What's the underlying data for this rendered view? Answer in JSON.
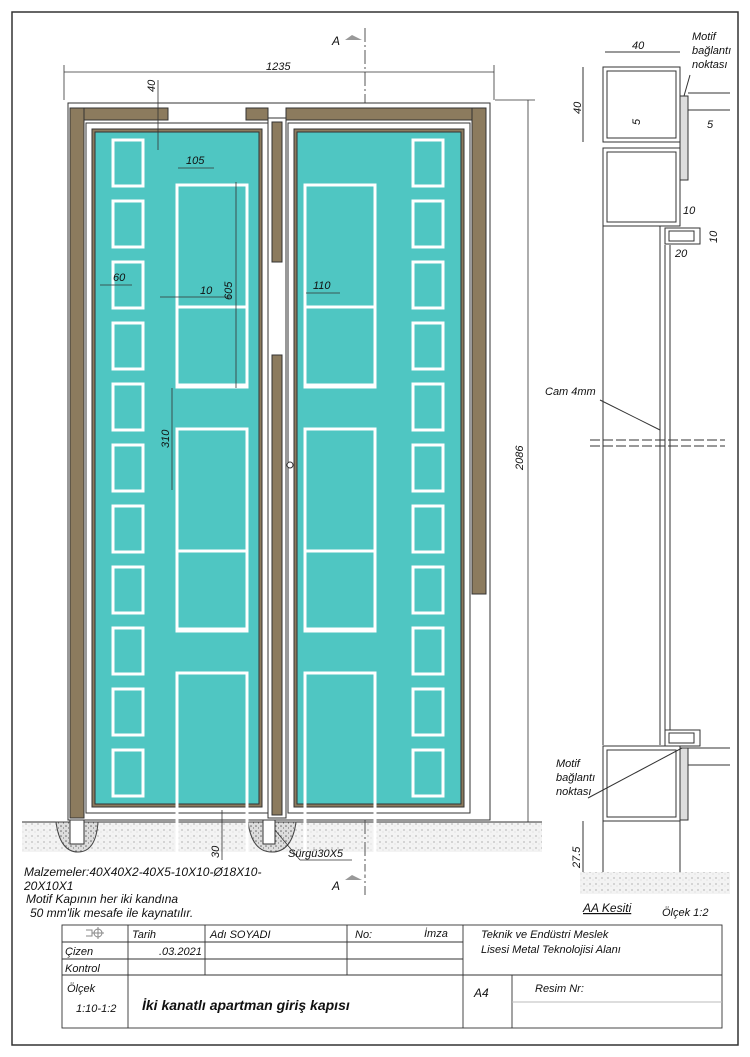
{
  "drawing": {
    "section_marker": "A",
    "dimensions": {
      "overall_width": "1235",
      "overall_height": "2086",
      "frame_40": "40",
      "motif_105": "105",
      "motif_605": "605",
      "motif_60": "60",
      "motif_10": "10",
      "motif_110": "110",
      "motif_310": "310",
      "bolt_30": "30"
    },
    "bolt_label": "Sürgü30X5",
    "materials_line1": "Malzemeler:40X40X2-40X5-10X10-Ø18X10-",
    "materials_line2": "20X10X1",
    "note_line1": "Motif Kapının her iki kandına",
    "note_line2": "50 mm'lik mesafe ile kaynatılır."
  },
  "section": {
    "dim_40_top": "40",
    "dim_40_side": "40",
    "dim_5_a": "5",
    "dim_5_b": "5",
    "dim_10_a": "10",
    "dim_10_b": "10",
    "dim_20": "20",
    "dim_27_5": "27.5",
    "motif_top": [
      "Motif",
      "bağlantı",
      "noktası"
    ],
    "motif_bottom": [
      "Motif",
      "bağlantı",
      "noktası"
    ],
    "glass_label": "Cam 4mm",
    "title": "AA Kesiti",
    "scale": "Ölçek 1:2"
  },
  "title_block": {
    "date_header": "Tarih",
    "name_header": "Adı SOYADI",
    "no_header": "No:",
    "sign_header": "İmza",
    "drawn_label": "Çizen",
    "drawn_date": ".03.2021",
    "check_label": "Kontrol",
    "school_line1": "Teknik ve Endüstri Meslek",
    "school_line2": "Lisesi Metal Teknolojisi Alanı",
    "scale_label": "Ölçek",
    "scale_value": "1:10-1:2",
    "drawing_title": "İki kanatlı apartman giriş kapısı",
    "paper_size": "A4",
    "drawing_no_label": "Resim Nr:"
  },
  "colors": {
    "glass": "#4fc6c2",
    "frame": "#8c7b5e",
    "line": "#222222"
  }
}
